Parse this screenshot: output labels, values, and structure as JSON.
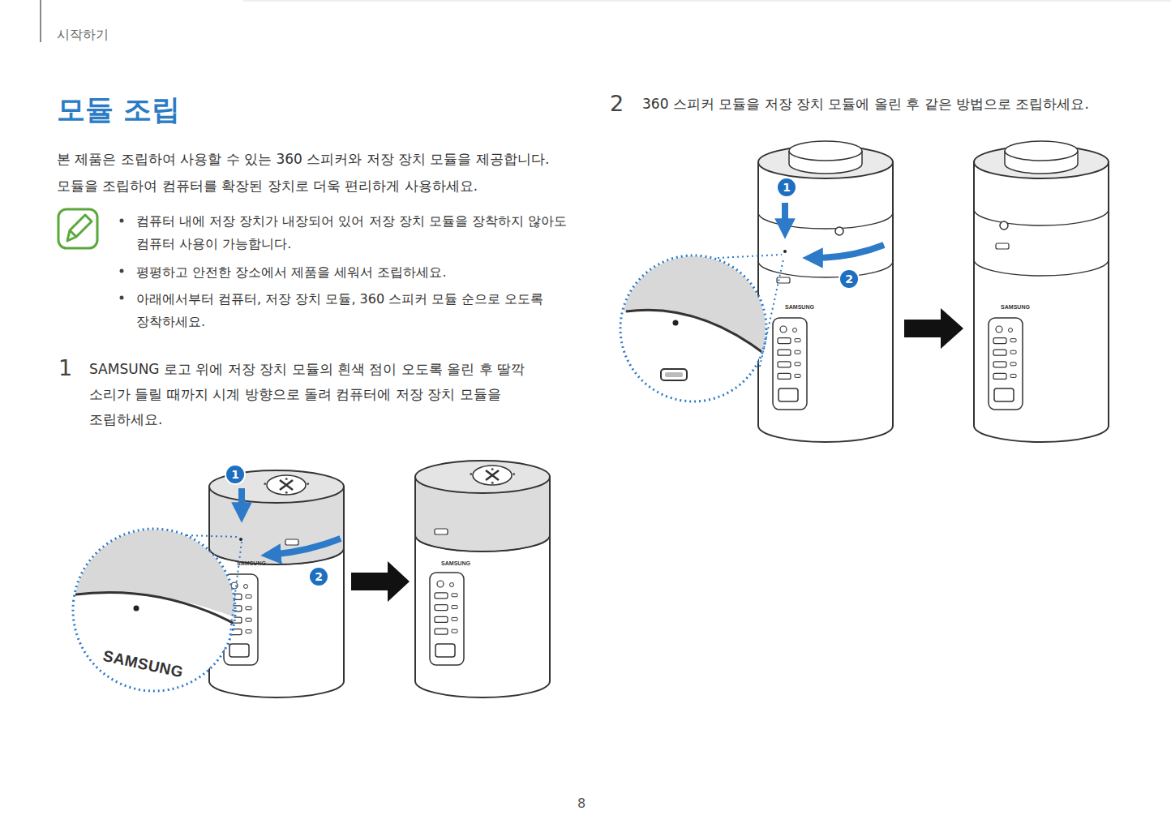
{
  "diagram": {
    "title": "모듈 조립",
    "labels": [
      "시작하기",
      "본 제품은 조립하여 사용할 수 있는 360 스피커와 저장 장치 모듈을 제공합니다. 모듈을 조립하여 컴퓨터를 확장된 장치로 더욱 편리하게 사용하세요.",
      "컴퓨터 내에 저장 장치가 내장되어 있어 저장 장치 모듈을 장착하지 않아도 컴퓨터 사용이 가능합니다.",
      "평평하고 안전한 장소에서 제품을 세워서 조립하세요.",
      "아래에서부터 컴퓨터, 저장 장치 모듈, 360 스피커 모듈 순으로 오도록 장착하세요.",
      "1",
      "SAMSUNG 로고 위에 저장 장치 모듈의 흰색 점이 오도록 올린 후 딸깍 소리가 들릴 때까지 시계 방향으로 돌려 컴퓨터에 저장 장치 모듈을 조립하세요.",
      "2",
      "360 스피커 모듈을 저장 장치 모듈에 올린 후 같은 방법으로 조립하세요.",
      "1",
      "2",
      "1",
      "2",
      "SAMSUNG",
      "SAMSUNG",
      "SAMSUNG",
      "SAMSUNG",
      "SAMSUNG",
      "8"
    ]
  }
}
